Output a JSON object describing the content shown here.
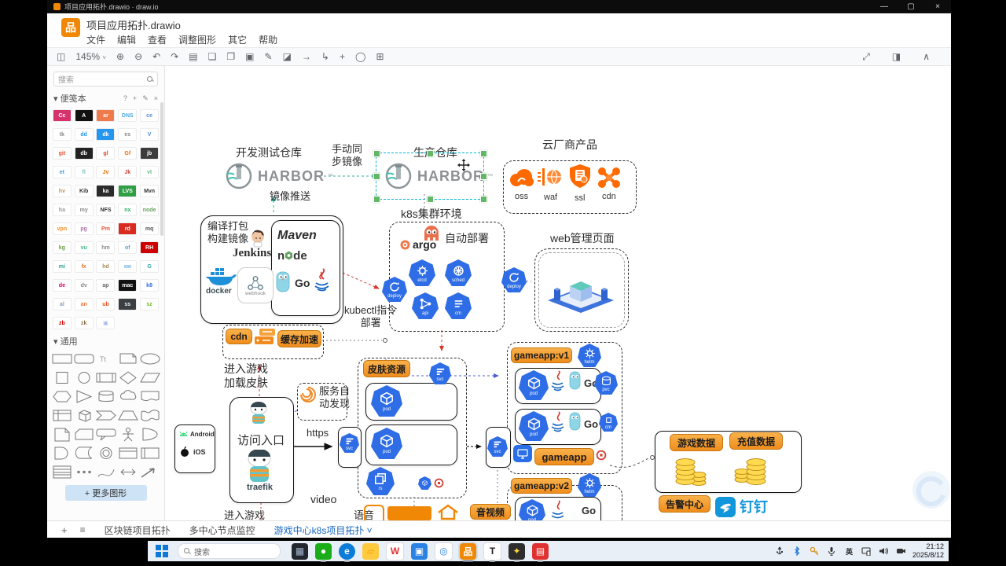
{
  "app": {
    "titlebar": {
      "title": "项目应用拓扑.drawio · draw.io",
      "min": "—",
      "max": "▢",
      "close": "×"
    },
    "header": {
      "title": "项目应用拓扑.drawio",
      "logo_glyph": "品",
      "menus": [
        "文件",
        "编辑",
        "查看",
        "调整图形",
        "其它",
        "帮助"
      ]
    },
    "toolbar": {
      "zoom_level": "145%",
      "left": [
        {
          "n": "format-panel",
          "g": "◫"
        },
        {
          "n": "zoom-in",
          "g": "⊕"
        },
        {
          "n": "zoom-out",
          "g": "⊖"
        },
        {
          "n": "undo",
          "g": "↶"
        },
        {
          "n": "redo",
          "g": "↷"
        },
        {
          "n": "delete",
          "g": "▤"
        },
        {
          "n": "to-front",
          "g": "❏"
        },
        {
          "n": "to-back",
          "g": "❐"
        },
        {
          "n": "fill-color",
          "g": "▣"
        },
        {
          "n": "line-color",
          "g": "✎"
        },
        {
          "n": "shadow",
          "g": "◪"
        },
        {
          "n": "connection",
          "g": "→"
        },
        {
          "n": "waypoints",
          "g": "↳"
        },
        {
          "n": "insert",
          "g": "+"
        },
        {
          "n": "freehand",
          "g": "◯"
        },
        {
          "n": "table",
          "g": "⊞"
        }
      ],
      "right": [
        {
          "n": "fullscreen",
          "g": "⤢"
        },
        {
          "n": "format-toggle",
          "g": "◨"
        },
        {
          "n": "collapse",
          "g": "∧"
        }
      ]
    }
  },
  "sidebar": {
    "search_placeholder": "搜索",
    "scratchpad_label": "▾ 便笺本",
    "scratchpad_actions": [
      {
        "n": "help",
        "g": "?"
      },
      {
        "n": "add",
        "g": "+"
      },
      {
        "n": "edit",
        "g": "✎"
      },
      {
        "n": "close",
        "g": "×"
      }
    ],
    "general_label": "▾ 通用",
    "more_shapes": "+ 更多图形",
    "logos": [
      {
        "n": "codecommit",
        "bg": "#d6336c",
        "fg": "#fff",
        "g": "Cc"
      },
      {
        "n": "ansible",
        "bg": "#111",
        "fg": "#fff",
        "g": "A"
      },
      {
        "n": "argo",
        "bg": "#ef7b4d",
        "fg": "#fff",
        "g": "ar"
      },
      {
        "n": "coredns",
        "bg": "#fff",
        "fg": "#49a8d8",
        "g": "DNS"
      },
      {
        "n": "ceph",
        "bg": "#fff",
        "fg": "#5b8bd0",
        "g": "ce"
      },
      {
        "n": "tekton",
        "bg": "#fff",
        "fg": "#888",
        "g": "tk"
      },
      {
        "n": "docker-desktop",
        "bg": "#fff",
        "fg": "#2496ed",
        "g": "dd"
      },
      {
        "n": "docker",
        "bg": "#2496ed",
        "fg": "#fff",
        "g": "dk"
      },
      {
        "n": "elastic",
        "bg": "#fff",
        "fg": "#888",
        "g": "es"
      },
      {
        "n": "v2ray",
        "bg": "#fff",
        "fg": "#4a90d9",
        "g": "V"
      },
      {
        "n": "git",
        "bg": "#fff",
        "fg": "#f05033",
        "g": "git"
      },
      {
        "n": "leveldb",
        "bg": "#222",
        "fg": "#fff",
        "g": "db"
      },
      {
        "n": "gitlab",
        "bg": "#fff",
        "fg": "#e24329",
        "g": "gl"
      },
      {
        "n": "grafana",
        "bg": "#fff",
        "fg": "#f46800",
        "g": "Gf"
      },
      {
        "n": "jetbrains",
        "bg": "#3c3c3c",
        "fg": "#fff",
        "g": "jb"
      },
      {
        "n": "etcd",
        "bg": "#fff",
        "fg": "#419eda",
        "g": "et"
      },
      {
        "n": "flannel",
        "bg": "#fff",
        "fg": "#7fc6c0",
        "g": "fl"
      },
      {
        "n": "java",
        "bg": "#fff",
        "fg": "#e76f00",
        "g": "Jv"
      },
      {
        "n": "jenkins",
        "bg": "#fff",
        "fg": "#c44536",
        "g": "Jk"
      },
      {
        "n": "vault",
        "bg": "#fff",
        "fg": "#6dbf8b",
        "g": "vt"
      },
      {
        "n": "hive",
        "bg": "#fff",
        "fg": "#b8995a",
        "g": "hv"
      },
      {
        "n": "kibana",
        "bg": "#fff",
        "fg": "#333",
        "g": "Kib"
      },
      {
        "n": "keepalived",
        "bg": "#2b2b2b",
        "fg": "#fff",
        "g": "ka"
      },
      {
        "n": "lvs",
        "bg": "#2f9e44",
        "fg": "#fff",
        "g": "LVS"
      },
      {
        "n": "maven",
        "bg": "#fff",
        "fg": "#333",
        "g": "Mvn"
      },
      {
        "n": "haproxy",
        "bg": "#fff",
        "fg": "#999",
        "g": "ha"
      },
      {
        "n": "mysql",
        "bg": "#fff",
        "fg": "#888",
        "g": "my"
      },
      {
        "n": "nfs",
        "bg": "#fff",
        "fg": "#333",
        "g": "NFS"
      },
      {
        "n": "nexus",
        "bg": "#fff",
        "fg": "#29b06a",
        "g": "nx"
      },
      {
        "n": "node",
        "bg": "#fff",
        "fg": "#68a063",
        "g": "node"
      },
      {
        "n": "openvpn",
        "bg": "#fff",
        "fg": "#f78c1f",
        "g": "vpn"
      },
      {
        "n": "postgresql",
        "bg": "#fff",
        "fg": "#b06fa8",
        "g": "pg"
      },
      {
        "n": "prometheus",
        "bg": "#fff",
        "fg": "#e6522c",
        "g": "Pm"
      },
      {
        "n": "redis",
        "bg": "#d82c20",
        "fg": "#fff",
        "g": "rd"
      },
      {
        "n": "rocketmq",
        "bg": "#fff",
        "fg": "#555",
        "g": "mq"
      },
      {
        "n": "kong",
        "bg": "#fff",
        "fg": "#6b9e3f",
        "g": "kg"
      },
      {
        "n": "vue",
        "bg": "#fff",
        "fg": "#41b883",
        "g": "vu"
      },
      {
        "n": "helm",
        "bg": "#fff",
        "fg": "#888",
        "g": "hm"
      },
      {
        "n": "openfaas",
        "bg": "#fff",
        "fg": "#5f9ec7",
        "g": "of"
      },
      {
        "n": "redhat",
        "bg": "#cc0000",
        "fg": "#fff",
        "g": "RH"
      },
      {
        "n": "minio",
        "bg": "#fff",
        "fg": "#2aa198",
        "g": "mi"
      },
      {
        "n": "suse-flame",
        "bg": "#fff",
        "fg": "#e8702a",
        "g": "fx"
      },
      {
        "n": "hadoop",
        "bg": "#fff",
        "fg": "#a58a5c",
        "g": "hd"
      },
      {
        "n": "skywalking",
        "bg": "#fff",
        "fg": "#6db0e0",
        "g": "sw"
      },
      {
        "n": "golang",
        "bg": "#fff",
        "fg": "#2aa5a0",
        "g": "G"
      },
      {
        "n": "debian",
        "bg": "#fff",
        "fg": "#cc0066",
        "g": "de"
      },
      {
        "n": "devops",
        "bg": "#fff",
        "fg": "#888",
        "g": "dv"
      },
      {
        "n": "apple",
        "bg": "#fff",
        "fg": "#666",
        "g": "ap"
      },
      {
        "n": "macos",
        "bg": "#111",
        "fg": "#fff",
        "g": "mac"
      },
      {
        "n": "kubernetes",
        "bg": "#fff",
        "fg": "#326ce5",
        "g": "k8"
      },
      {
        "n": "alpine",
        "bg": "#fff",
        "fg": "#8a9db5",
        "g": "al"
      },
      {
        "n": "anchore",
        "bg": "#fff",
        "fg": "#e8743b",
        "g": "an"
      },
      {
        "n": "ubuntu",
        "bg": "#fff",
        "fg": "#e95420",
        "g": "ub"
      },
      {
        "n": "saltstack",
        "bg": "#3a3f44",
        "fg": "#eee",
        "g": "ss"
      },
      {
        "n": "suse",
        "bg": "#fff",
        "fg": "#73ba25",
        "g": "sz"
      },
      {
        "n": "zabbix",
        "bg": "#fff",
        "fg": "#d40000",
        "g": "zb"
      },
      {
        "n": "zookeeper",
        "bg": "#fff",
        "fg": "#8a6f45",
        "g": "zk"
      },
      {
        "n": "iso-cubes",
        "bg": "#fff",
        "fg": "#9db9e8",
        "g": "▣"
      }
    ],
    "shapes": [
      "rectangle",
      "rounded-rectangle",
      "text",
      "note",
      "ellipse",
      "square",
      "circle",
      "process",
      "diamond",
      "parallelogram",
      "hexagon",
      "triangle",
      "cylinder",
      "cloud",
      "document",
      "internal-storage",
      "cube",
      "step",
      "trapezoid",
      "tape",
      "page",
      "card",
      "callout",
      "actor",
      "or",
      "and",
      "data-storage",
      "ring",
      "rect-shaded",
      "container",
      "list",
      "dots",
      "curve",
      "bidirectional-arrow",
      "arrow"
    ]
  },
  "tabs": {
    "add": "+",
    "menu": "≡",
    "items": [
      "区块链项目拓扑",
      "多中心节点监控",
      "游戏中心k8s项目拓扑"
    ],
    "active_index": 2,
    "caret": "˅"
  },
  "canvas": {
    "dev_repo": "开发测试仓库",
    "prod_repo": "生产仓库",
    "sync_line1": "手动同",
    "sync_line2": "步镜像",
    "harbor": "HARBOR",
    "harbor_tm": "™",
    "cloud_products": "云厂商产品",
    "oss": "oss",
    "waf": "waf",
    "ssl": "ssl",
    "cdn": "cdn",
    "push": "镜像推送",
    "build_line1": "编译打包",
    "build_line2": "构建镜像",
    "jenkins": "Jenkins",
    "docker": "docker",
    "webhook": "webhook",
    "maven": "Maven",
    "node_n": "n",
    "node_de": "de",
    "go": "Go",
    "k8s_env": "k8s集群环境",
    "auto_deploy": "自动部署",
    "argo": "argo",
    "kubectl_line1": "kubectl指令",
    "kubectl_line2": "部署",
    "web_admin": "web管理页面",
    "cdn_label": "cdn",
    "cache": "缓存加速",
    "enter_line1": "进入游戏",
    "enter_line2": "加载皮肤",
    "disc_line1": "服务自",
    "disc_line2": "动发现",
    "access": "访问入口",
    "traefik": "traefik",
    "android": "Android",
    "ios": "iOS",
    "https": "https",
    "skin": "皮肤资源",
    "gameapp_v1": "gameapp:v1",
    "gameapp_v2": "gameapp:v2",
    "gameapp": "gameapp",
    "game_data": "游戏数据",
    "recharge_data": "充值数据",
    "alert_center": "告警中心",
    "dingtalk": "钉钉",
    "video": "video",
    "voice": "语音",
    "enter_bottom": "进入游戏",
    "av": "音视频",
    "hept_labels": {
      "etcd": "etcd",
      "sched": "sched",
      "api": "api",
      "cm": "cm",
      "deploy": "deploy",
      "svc": "svc",
      "pod": "pod",
      "rs": "rs",
      "helm": "helm",
      "pvc": "pvc"
    }
  },
  "taskbar": {
    "search_placeholder": "搜索",
    "ime": "英",
    "clock": {
      "time": "21:12",
      "date": "2025/8/12"
    },
    "apps": [
      {
        "n": "files-dark",
        "bg": "#23272e",
        "fg": "#9fb3c8",
        "g": "▦",
        "open": false
      },
      {
        "n": "wechat",
        "bg": "#1aad19",
        "fg": "#fff",
        "g": "●",
        "open": true
      },
      {
        "n": "edge",
        "bg": "#0b7cd8",
        "fg": "#fff",
        "g": "e",
        "open": true,
        "round": true
      },
      {
        "n": "file-explorer",
        "bg": "#ffca3e",
        "fg": "#f59f00",
        "g": "▱",
        "open": false
      },
      {
        "n": "wps",
        "bg": "#ffffff",
        "fg": "#e03131",
        "g": "W",
        "open": false
      },
      {
        "n": "tencent-meeting",
        "bg": "#2a82e4",
        "fg": "#fff",
        "g": "▣",
        "open": false
      },
      {
        "n": "phone-link",
        "bg": "#ffffff",
        "fg": "#2a82e4",
        "g": "◎",
        "open": false
      },
      {
        "n": "drawio",
        "bg": "#f08705",
        "fg": "#fff",
        "g": "品",
        "open": true,
        "active": true
      },
      {
        "n": "typora",
        "bg": "#ffffff",
        "fg": "#222",
        "g": "T",
        "open": true
      },
      {
        "n": "snipaste",
        "bg": "#2d2d2d",
        "fg": "#ffd43b",
        "g": "✦",
        "open": true
      },
      {
        "n": "red-notebook",
        "bg": "#e03131",
        "fg": "#fff",
        "g": "▤",
        "open": true
      }
    ],
    "tray": [
      {
        "n": "usb"
      },
      {
        "n": "bluetooth"
      },
      {
        "n": "security-key"
      },
      {
        "n": "microphone"
      },
      {
        "n": "ime"
      },
      {
        "n": "cast"
      },
      {
        "n": "volume"
      },
      {
        "n": "camera"
      }
    ]
  }
}
